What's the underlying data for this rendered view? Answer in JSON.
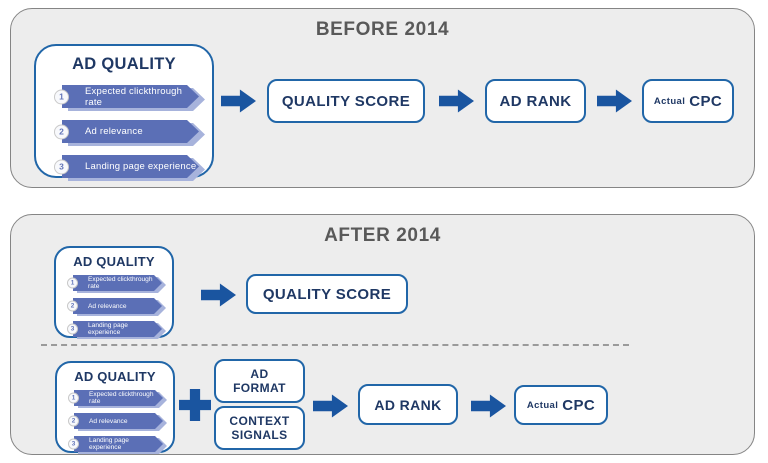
{
  "before": {
    "title": "BEFORE 2014",
    "quality_score": "QUALITY SCORE",
    "ad_rank": "AD RANK",
    "actual_cpc": {
      "prefix": "Actual",
      "label": "CPC"
    }
  },
  "after": {
    "title": "AFTER 2014",
    "quality_score": "QUALITY SCORE",
    "ad_format": {
      "line1": "AD",
      "line2": "FORMAT"
    },
    "context_signals": {
      "line1": "CONTEXT",
      "line2": "SIGNALS"
    },
    "ad_rank": "AD RANK",
    "actual_cpc": {
      "prefix": "Actual",
      "label": "CPC"
    }
  },
  "ad_quality": {
    "title": "AD QUALITY",
    "items": [
      {
        "num": "1",
        "label": "Expected clickthrough rate"
      },
      {
        "num": "2",
        "label": "Ad relevance"
      },
      {
        "num": "3",
        "label": "Landing page experience"
      }
    ]
  },
  "colors": {
    "panel_bg": "#ededed",
    "panel_border": "#858585",
    "title_gray": "#595959",
    "box_border": "#2166a8",
    "box_text": "#1f3864",
    "banner_blue": "#5b6fb6",
    "banner_echo": "#a7b3dc",
    "arrow_blue": "#1a55a0"
  }
}
